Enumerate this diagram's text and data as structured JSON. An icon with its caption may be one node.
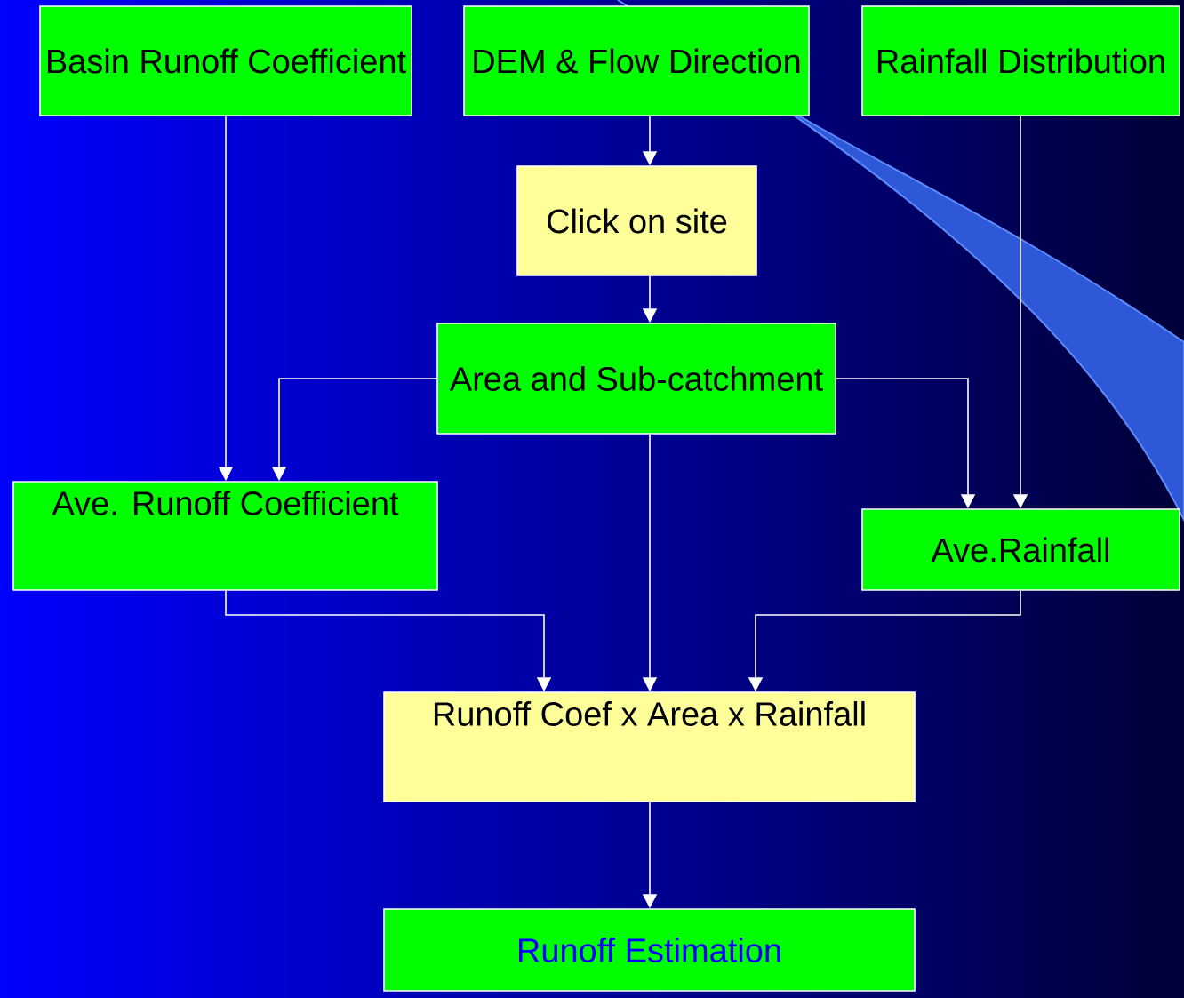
{
  "diagram": {
    "nodes": [
      {
        "text": [
          "Basin Runoff Coefficient"
        ]
      },
      {
        "text": [
          "DEM & Flow Direction"
        ]
      },
      {
        "text": [
          "Rainfall Distribution"
        ]
      },
      {
        "text": [
          "Click on site"
        ]
      },
      {
        "text": [
          "Area and Sub-catchment"
        ]
      },
      {
        "text": [
          "Ave. Runoff Coefficient"
        ]
      },
      {
        "text": [
          "Ave.Rainfall"
        ]
      },
      {
        "text": [
          "Runoff Coef x Area x Rainfall"
        ]
      },
      {
        "text": [
          "Runoff Estimation"
        ]
      }
    ],
    "edges": [
      {
        "from": 1,
        "to": 3,
        "arrow": "to"
      },
      {
        "from": 3,
        "to": 4,
        "arrow": "to"
      },
      {
        "from": 0,
        "to": 5,
        "arrow": "to"
      },
      {
        "from": 4,
        "to": 5,
        "arrow": "to"
      },
      {
        "from": 4,
        "to": 6,
        "arrow": "to"
      },
      {
        "from": 2,
        "to": 6,
        "arrow": "to"
      },
      {
        "from": 5,
        "to": 7,
        "arrow": "to"
      },
      {
        "from": 4,
        "to": 7,
        "arrow": "to"
      },
      {
        "from": 6,
        "to": 7,
        "arrow": "to"
      },
      {
        "from": 7,
        "to": 8,
        "arrow": "to"
      }
    ]
  }
}
